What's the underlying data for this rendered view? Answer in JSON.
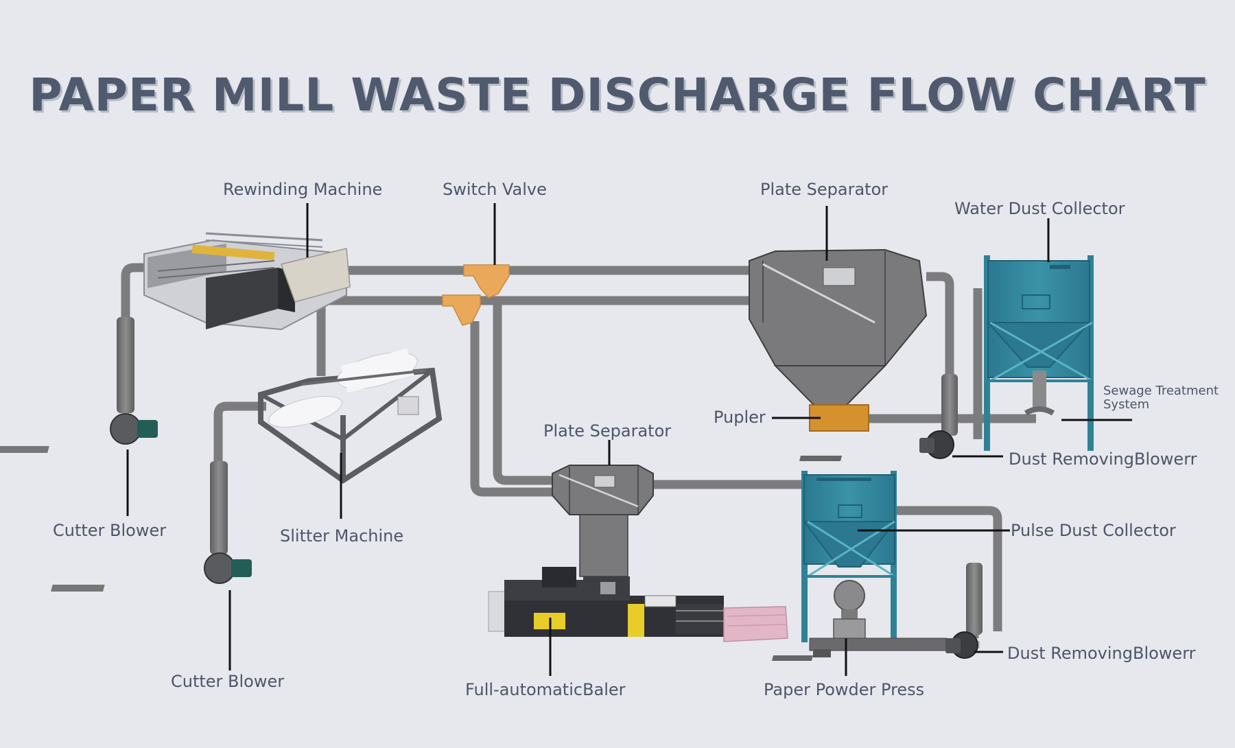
{
  "title": "PAPER MILL WASTE DISCHARGE FLOW CHART",
  "labels": {
    "rewinding_machine": "Rewinding Machine",
    "switch_valve": "Switch Valve",
    "plate_separator_top": "Plate Separator",
    "water_dust_collector": "Water Dust Collector",
    "sewage_treatment_line1": "Sewage Treatment",
    "sewage_treatment_line2": "System",
    "pupler": "Pupler",
    "dust_removing_blower_top": "Dust RemovingBlowerr",
    "plate_separator_bottom": "Plate Separator",
    "pulse_dust_collector": "Pulse Dust Collector",
    "cutter_blower_left": "Cutter Blower",
    "slitter_machine": "Slitter Machine",
    "cutter_blower_bottom": "Cutter Blower",
    "full_automatic_baler": "Full-automaticBaler",
    "paper_powder_press": "Paper Powder Press",
    "dust_removing_blower_bottom": "Dust RemovingBlowerr"
  },
  "colors": {
    "background": "#e6e8ee",
    "pipe": "#7c7c7e",
    "machine_gray": "#7a7a7c",
    "collector_teal": "#2f8296",
    "valve_orange": "#eaa95a",
    "pulper_orange": "#d4912e",
    "title": "#505a6e"
  }
}
